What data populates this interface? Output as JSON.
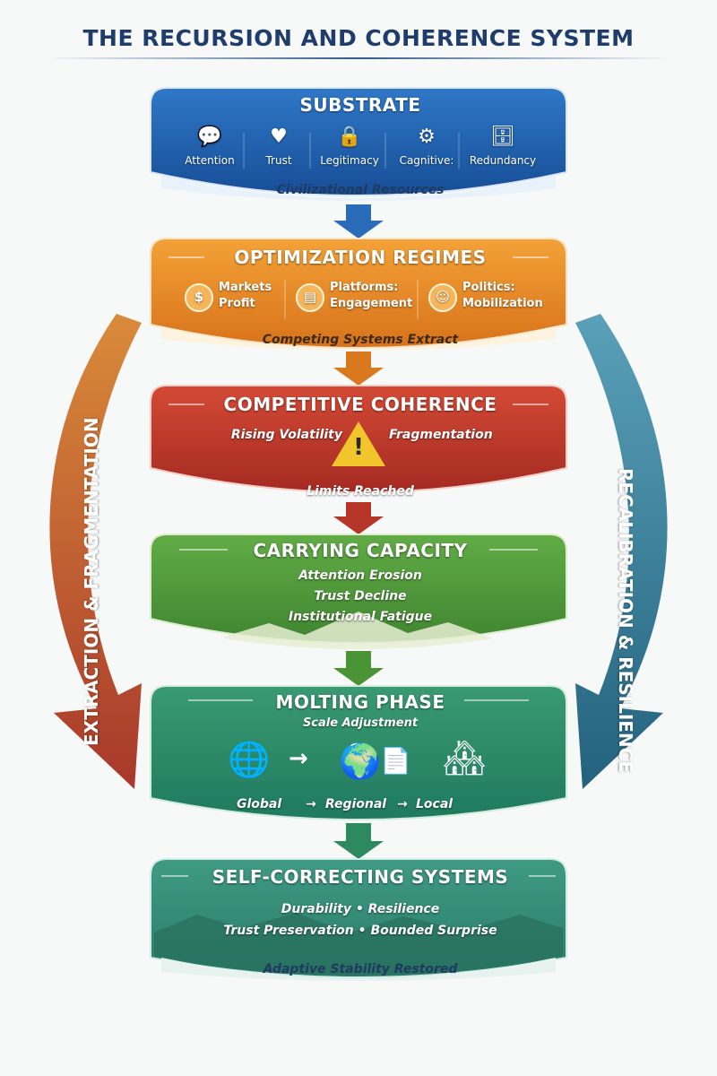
{
  "title": "THE RECURSION AND COHERENCE SYSTEM",
  "side_labels": {
    "left": "EXTRACTION & FRAGMENTATION",
    "right": "RECALIBRATION & RESILIENCE"
  },
  "colors": {
    "substrate": "#1f5fb0",
    "optimization": "#e88a1c",
    "competitive": "#c2372b",
    "carrying": "#4f9a3a",
    "molting": "#2c8a6a",
    "self_correcting": "#2f8c78",
    "left_arrow": "#b5432a",
    "right_arrow": "#2a6f8a"
  },
  "substrate": {
    "title": "SUBSTRATE",
    "items": [
      {
        "label": "Attention",
        "icon": "chat-bubble-icon"
      },
      {
        "label": "Trust",
        "icon": "heart-icon"
      },
      {
        "label": "Legitimacy",
        "icon": "lock-icon"
      },
      {
        "label": "Cagnitive:",
        "icon": "brain-gear-icon"
      },
      {
        "label": "Redundancy",
        "icon": "database-icon"
      }
    ],
    "footer": "Civilizational Resources"
  },
  "optimization": {
    "title": "OPTIMIZATION REGIMES",
    "regimes": [
      {
        "line1": "Markets",
        "line2": "Profit",
        "icon": "money-chart-icon"
      },
      {
        "line1": "Platforms:",
        "line2": "Engagement",
        "icon": "phone-screen-icon"
      },
      {
        "line1": "Politics:",
        "line2": "Mobilization",
        "icon": "head-gear-icon"
      }
    ],
    "footer": "Competing Systems Extract"
  },
  "competitive": {
    "title": "COMPETITIVE COHERENCE",
    "left": "Rising Volatility",
    "right": "Fragmentation",
    "warning": "!",
    "footer": "Limits Reached"
  },
  "carrying": {
    "title": "CARRYING CAPACITY",
    "lines": [
      "Attention Erosion",
      "Trust Decline",
      "Institutional Fatigue"
    ]
  },
  "molting": {
    "title": "MOLTING PHASE",
    "subtitle": "Scale Adjustment",
    "scales": [
      "Global",
      "Regional",
      "Local"
    ],
    "arrow": "→"
  },
  "self_correcting": {
    "title": "SELF-CORRECTING SYSTEMS",
    "line1": "Durability • Resilience",
    "line2": "Trust Preservation • Bounded Surprise",
    "footer": "Adaptive Stability Restored"
  }
}
